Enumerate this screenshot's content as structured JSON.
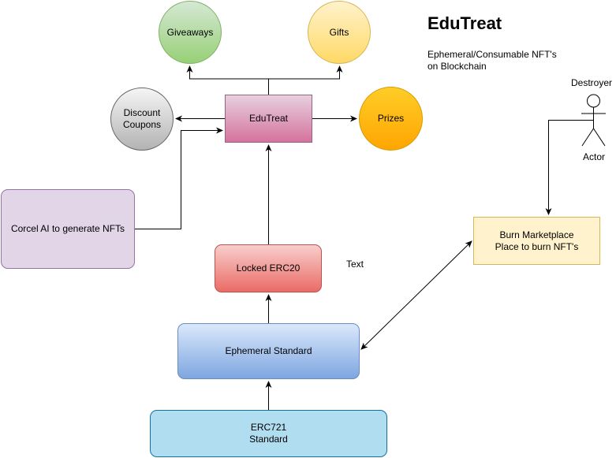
{
  "title": "EduTreat",
  "subtitle": "Ephemeral/Consumable NFT's\non Blockchain",
  "free_text": "Text",
  "nodes": {
    "giveaways": "Giveaways",
    "gifts": "Gifts",
    "discount": "Discount\nCoupons",
    "prizes": "Prizes",
    "edutreat": "EduTreat",
    "corcel": "Corcel AI to generate NFTs",
    "locked_erc20": "Locked ERC20",
    "ephemeral": "Ephemeral Standard",
    "erc721": "ERC721\nStandard",
    "burn": "Burn Marketplace\nPlace to burn NFT's"
  },
  "actor": {
    "top_label": "Destroyer",
    "bottom_label": "Actor"
  },
  "edges": [
    {
      "from": "edutreat",
      "to": "giveaways"
    },
    {
      "from": "edutreat",
      "to": "gifts"
    },
    {
      "from": "edutreat",
      "to": "discount"
    },
    {
      "from": "edutreat",
      "to": "prizes"
    },
    {
      "from": "corcel",
      "to": "edutreat"
    },
    {
      "from": "locked_erc20",
      "to": "edutreat"
    },
    {
      "from": "ephemeral",
      "to": "locked_erc20"
    },
    {
      "from": "erc721",
      "to": "ephemeral"
    },
    {
      "from": "ephemeral",
      "to": "burn",
      "bidirectional": true
    },
    {
      "from": "actor",
      "to": "burn"
    }
  ]
}
